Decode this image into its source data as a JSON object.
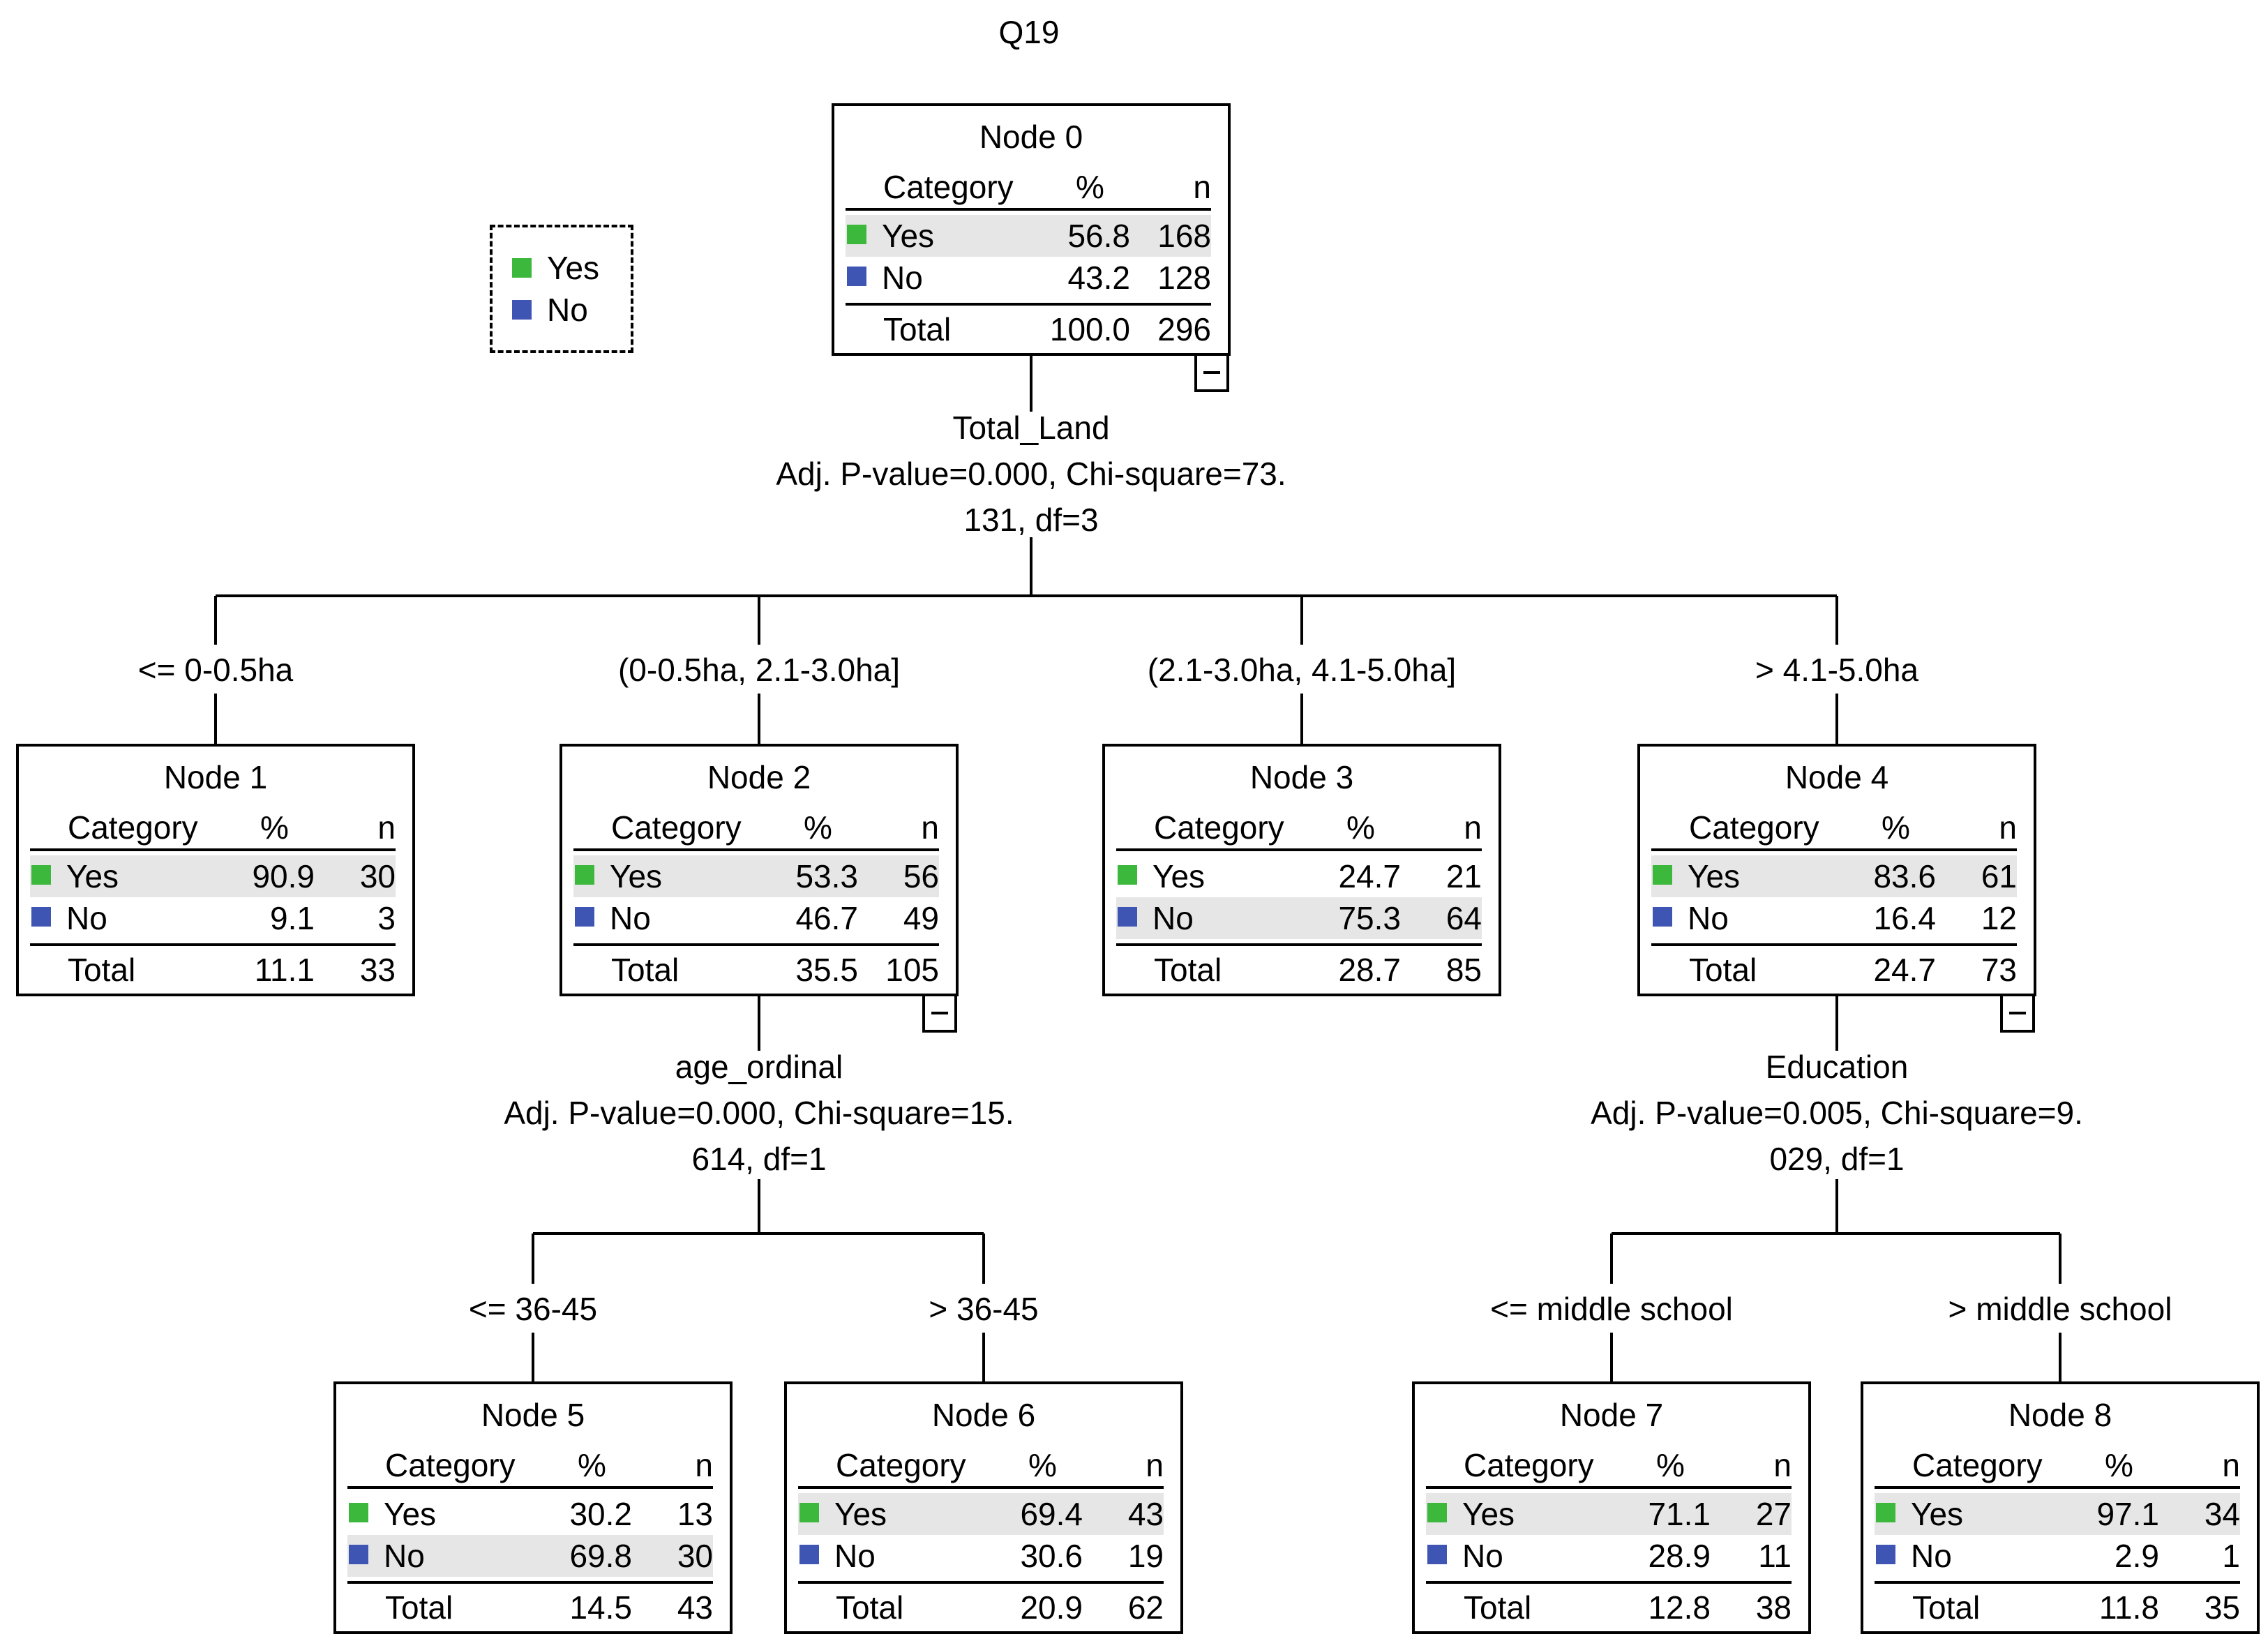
{
  "title": "Q19",
  "legend": [
    {
      "label": "Yes",
      "color": "#3cb83c"
    },
    {
      "label": "No",
      "color": "#3f55b4"
    }
  ],
  "headers": {
    "category": "Category",
    "percent": "%",
    "n": "n"
  },
  "total_label": "Total",
  "colors": {
    "yes": "#3cb83c",
    "no": "#3f55b4",
    "highlight": "#e6e6e6"
  },
  "nodes": [
    {
      "id": "Node 0",
      "yes": {
        "label": "Yes",
        "pct": "56.8",
        "n": "168"
      },
      "no": {
        "label": "No",
        "pct": "43.2",
        "n": "128"
      },
      "total": {
        "pct": "100.0",
        "n": "296"
      },
      "highlight": "yes",
      "expanded": true
    },
    {
      "id": "Node 1",
      "yes": {
        "label": "Yes",
        "pct": "90.9",
        "n": "30"
      },
      "no": {
        "label": "No",
        "pct": "9.1",
        "n": "3"
      },
      "total": {
        "pct": "11.1",
        "n": "33"
      },
      "highlight": "yes",
      "expanded": false
    },
    {
      "id": "Node 2",
      "yes": {
        "label": "Yes",
        "pct": "53.3",
        "n": "56"
      },
      "no": {
        "label": "No",
        "pct": "46.7",
        "n": "49"
      },
      "total": {
        "pct": "35.5",
        "n": "105"
      },
      "highlight": "yes",
      "expanded": true
    },
    {
      "id": "Node 3",
      "yes": {
        "label": "Yes",
        "pct": "24.7",
        "n": "21"
      },
      "no": {
        "label": "No",
        "pct": "75.3",
        "n": "64"
      },
      "total": {
        "pct": "28.7",
        "n": "85"
      },
      "highlight": "no",
      "expanded": false
    },
    {
      "id": "Node 4",
      "yes": {
        "label": "Yes",
        "pct": "83.6",
        "n": "61"
      },
      "no": {
        "label": "No",
        "pct": "16.4",
        "n": "12"
      },
      "total": {
        "pct": "24.7",
        "n": "73"
      },
      "highlight": "yes",
      "expanded": true
    },
    {
      "id": "Node 5",
      "yes": {
        "label": "Yes",
        "pct": "30.2",
        "n": "13"
      },
      "no": {
        "label": "No",
        "pct": "69.8",
        "n": "30"
      },
      "total": {
        "pct": "14.5",
        "n": "43"
      },
      "highlight": "no",
      "expanded": false
    },
    {
      "id": "Node 6",
      "yes": {
        "label": "Yes",
        "pct": "69.4",
        "n": "43"
      },
      "no": {
        "label": "No",
        "pct": "30.6",
        "n": "19"
      },
      "total": {
        "pct": "20.9",
        "n": "62"
      },
      "highlight": "yes",
      "expanded": false
    },
    {
      "id": "Node 7",
      "yes": {
        "label": "Yes",
        "pct": "71.1",
        "n": "27"
      },
      "no": {
        "label": "No",
        "pct": "28.9",
        "n": "11"
      },
      "total": {
        "pct": "12.8",
        "n": "38"
      },
      "highlight": "yes",
      "expanded": false
    },
    {
      "id": "Node 8",
      "yes": {
        "label": "Yes",
        "pct": "97.1",
        "n": "34"
      },
      "no": {
        "label": "No",
        "pct": "2.9",
        "n": "1"
      },
      "total": {
        "pct": "11.8",
        "n": "35"
      },
      "highlight": "yes",
      "expanded": false
    }
  ],
  "splits": [
    {
      "variable": "Total_Land",
      "line1": "Adj. P-value=0.000, Chi-square=73.",
      "line2": "131, df=3"
    },
    {
      "variable": "age_ordinal",
      "line1": "Adj. P-value=0.000, Chi-square=15.",
      "line2": "614, df=1"
    },
    {
      "variable": "Education",
      "line1": "Adj. P-value=0.005, Chi-square=9.",
      "line2": "029, df=1"
    }
  ],
  "edges": [
    "<= 0-0.5ha",
    "(0-0.5ha, 2.1-3.0ha]",
    "(2.1-3.0ha, 4.1-5.0ha]",
    "> 4.1-5.0ha",
    "<= 36-45",
    "> 36-45",
    "<= middle school",
    "> middle school"
  ]
}
